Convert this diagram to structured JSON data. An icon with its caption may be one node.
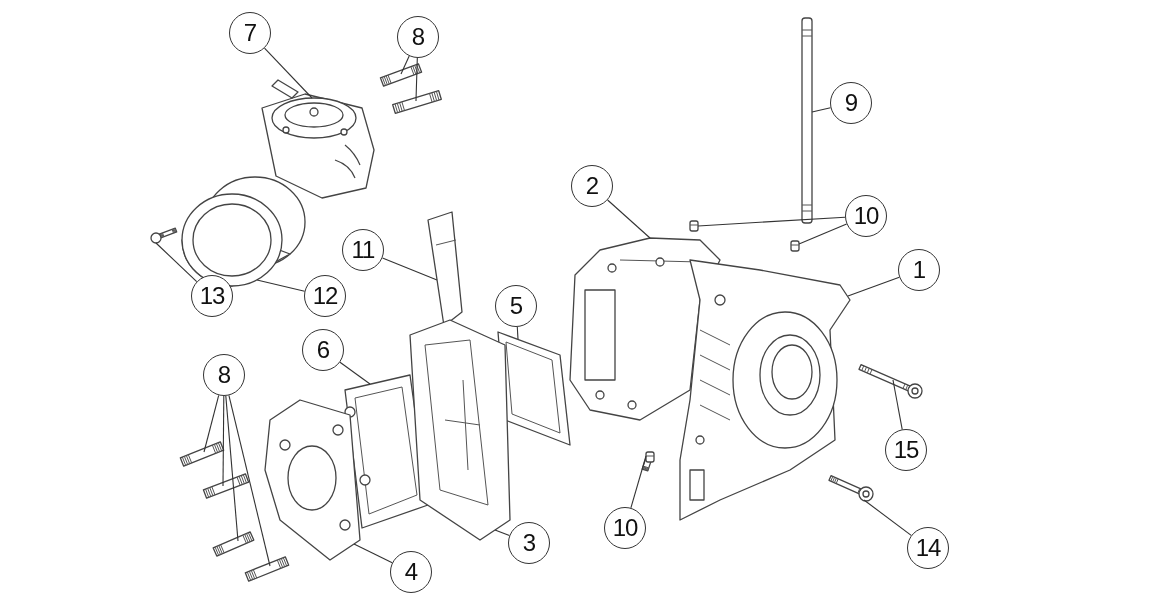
{
  "diagram": {
    "nodes": [
      {
        "text": [
          "7"
        ]
      },
      {
        "text": [
          "8"
        ]
      },
      {
        "text": [
          "9"
        ]
      },
      {
        "text": [
          "2"
        ]
      },
      {
        "text": [
          "10"
        ]
      },
      {
        "text": [
          "11"
        ]
      },
      {
        "text": [
          "1"
        ]
      },
      {
        "text": [
          "13"
        ]
      },
      {
        "text": [
          "12"
        ]
      },
      {
        "text": [
          "5"
        ]
      },
      {
        "text": [
          "6"
        ]
      },
      {
        "text": [
          "8"
        ]
      },
      {
        "text": [
          "15"
        ]
      },
      {
        "text": [
          "3"
        ]
      },
      {
        "text": [
          "10"
        ]
      },
      {
        "text": [
          "4"
        ]
      },
      {
        "text": [
          "14"
        ]
      },
      {
        "text": [],
        "shape": "picture"
      },
      {
        "text": [],
        "shape": "picture"
      },
      {
        "text": [],
        "shape": "picture"
      },
      {
        "text": [],
        "shape": "picture"
      },
      {
        "text": [],
        "shape": "picture"
      },
      {
        "text": [],
        "shape": "picture"
      },
      {
        "text": [],
        "shape": "picture"
      },
      {
        "text": [],
        "shape": "picture"
      },
      {
        "text": [],
        "shape": "picture"
      },
      {
        "text": [],
        "shape": "picture"
      },
      {
        "text": [],
        "shape": "picture"
      },
      {
        "text": [],
        "shape": "picture"
      },
      {
        "text": [],
        "shape": "picture"
      },
      {
        "text": [],
        "shape": "picture"
      },
      {
        "text": [],
        "shape": "picture"
      },
      {
        "text": [],
        "shape": "picture"
      },
      {
        "text": [],
        "shape": "picture"
      },
      {
        "text": [],
        "shape": "picture"
      },
      {
        "text": [],
        "shape": "picture"
      },
      {
        "text": [],
        "shape": "picture"
      },
      {
        "text": [],
        "shape": "picture"
      },
      {
        "text": [],
        "shape": "picture"
      }
    ],
    "edges": [
      {
        "from": 0,
        "to": 17,
        "arrow": "none"
      },
      {
        "from": 1,
        "to": 18,
        "arrow": "none"
      },
      {
        "from": 1,
        "to": 19,
        "arrow": "none"
      },
      {
        "from": 2,
        "to": 20,
        "arrow": "none"
      },
      {
        "from": 4,
        "to": 21,
        "arrow": "none"
      },
      {
        "from": 4,
        "to": 22,
        "arrow": "none"
      },
      {
        "from": 3,
        "to": 23,
        "arrow": "none"
      },
      {
        "from": 6,
        "to": 24,
        "arrow": "none"
      },
      {
        "from": 5,
        "to": 25,
        "arrow": "none"
      },
      {
        "from": 7,
        "to": 26,
        "arrow": "none"
      },
      {
        "from": 8,
        "to": 27,
        "arrow": "none"
      },
      {
        "from": 9,
        "to": 28,
        "arrow": "none"
      },
      {
        "from": 10,
        "to": 29,
        "arrow": "none"
      },
      {
        "from": 11,
        "to": 32,
        "arrow": "none"
      },
      {
        "from": 11,
        "to": 33,
        "arrow": "none"
      },
      {
        "from": 11,
        "to": 34,
        "arrow": "none"
      },
      {
        "from": 11,
        "to": 35,
        "arrow": "none"
      },
      {
        "from": 15,
        "to": 31,
        "arrow": "none"
      },
      {
        "from": 13,
        "to": 30,
        "arrow": "none"
      },
      {
        "from": 14,
        "to": 36,
        "arrow": "none"
      },
      {
        "from": 12,
        "to": 37,
        "arrow": "none"
      },
      {
        "from": 16,
        "to": 38,
        "arrow": "none"
      }
    ]
  }
}
